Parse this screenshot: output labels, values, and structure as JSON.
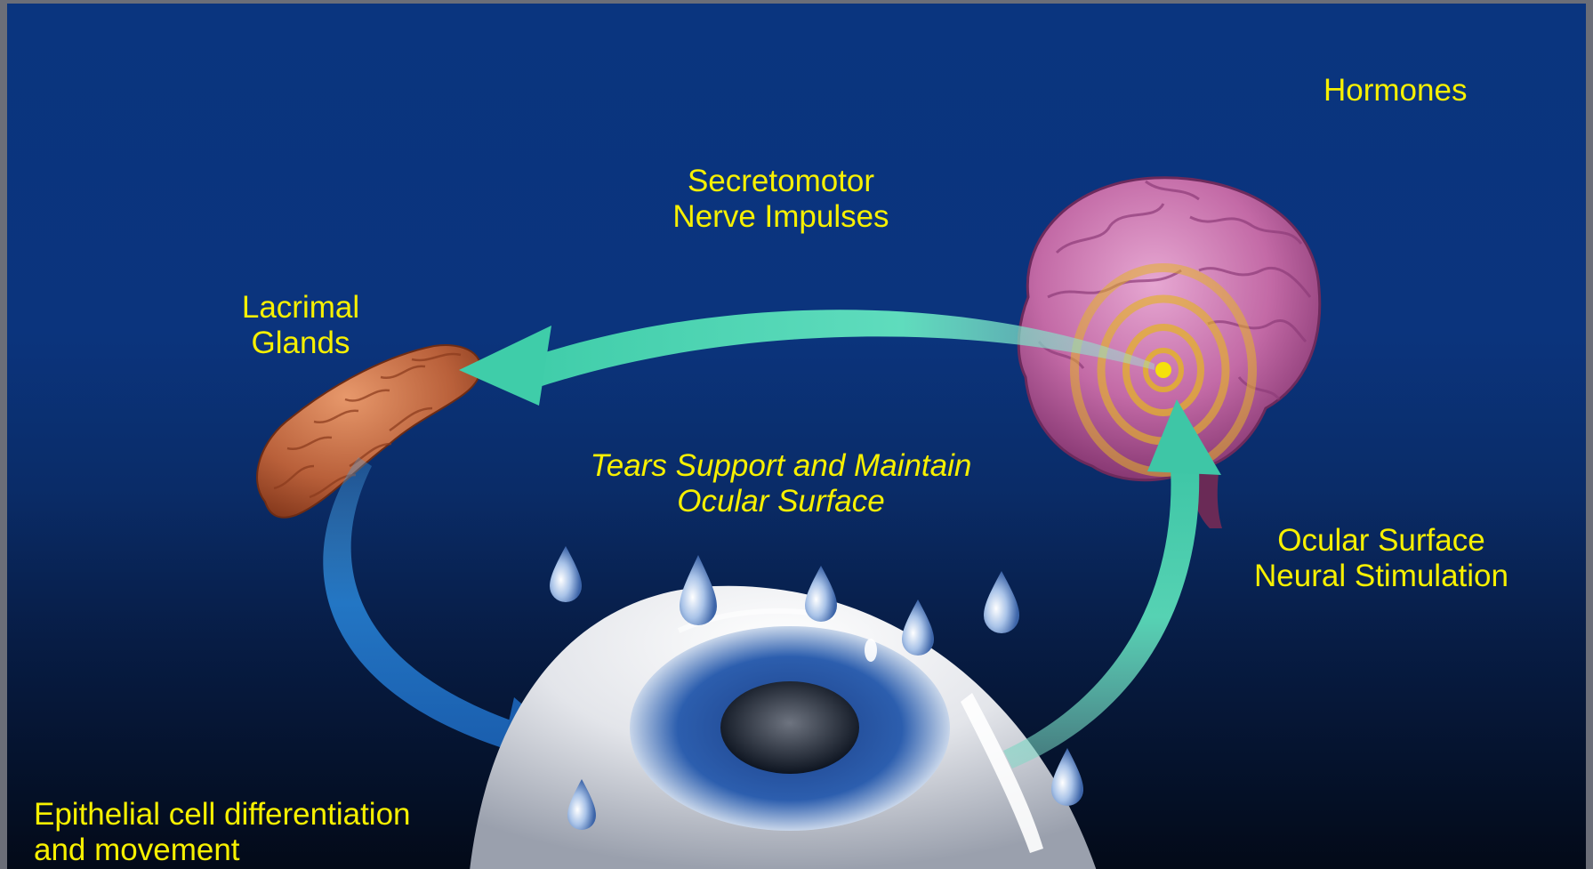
{
  "labels": {
    "hormones": "Hormones",
    "secretomotor_line1": "Secretomotor",
    "secretomotor_line2": "Nerve Impulses",
    "lacrimal_line1": "Lacrimal",
    "lacrimal_line2": "Glands",
    "tears_line1": "Tears Support and Maintain",
    "tears_line2": "Ocular Surface",
    "ocular_line1": "Ocular Surface",
    "ocular_line2": "Neural Stimulation",
    "epithelial_line1": "Epithelial cell differentiation",
    "epithelial_line2": "and movement"
  },
  "colors": {
    "label_text": "#f7f000",
    "background_top": "#0a357f",
    "background_bottom": "#030a18",
    "arrow_teal": "#4fd6b4",
    "arrow_blue": "#1f6fbf",
    "brain": "#c86aa8",
    "gland": "#c0673f",
    "eye": "#e4e6ea",
    "iris": "#2a5aa8",
    "nerve_ring": "#e3b22a"
  }
}
